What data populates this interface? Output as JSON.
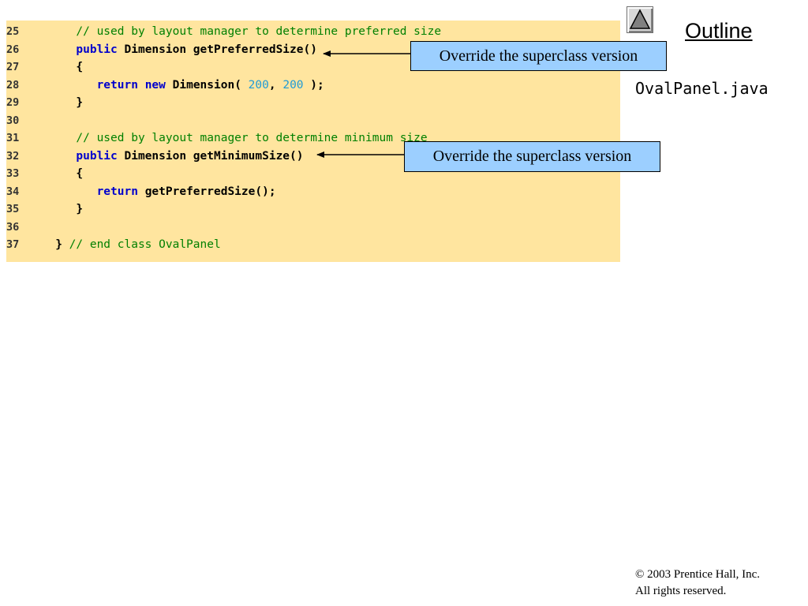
{
  "sidebar": {
    "outline_label": "Outline",
    "file_name": "OvalPanel.java",
    "nav_icon": "up-triangle-icon"
  },
  "code": {
    "lines": [
      {
        "num": "25",
        "parts": [
          {
            "t": "      ",
            "c": "tx"
          },
          {
            "t": "// used by layout manager to determine preferred size",
            "c": "cm"
          }
        ]
      },
      {
        "num": "26",
        "parts": [
          {
            "t": "      ",
            "c": "tx"
          },
          {
            "t": "public",
            "c": "kw"
          },
          {
            "t": " Dimension getPreferredSize()",
            "c": "tx"
          }
        ]
      },
      {
        "num": "27",
        "parts": [
          {
            "t": "      {",
            "c": "tx"
          }
        ]
      },
      {
        "num": "28",
        "parts": [
          {
            "t": "         ",
            "c": "tx"
          },
          {
            "t": "return",
            "c": "kw"
          },
          {
            "t": " ",
            "c": "tx"
          },
          {
            "t": "new",
            "c": "kw"
          },
          {
            "t": " Dimension( ",
            "c": "tx"
          },
          {
            "t": "200",
            "c": "num"
          },
          {
            "t": ", ",
            "c": "tx"
          },
          {
            "t": "200",
            "c": "num"
          },
          {
            "t": " );",
            "c": "tx"
          }
        ]
      },
      {
        "num": "29",
        "parts": [
          {
            "t": "      }",
            "c": "tx"
          }
        ]
      },
      {
        "num": "30",
        "parts": []
      },
      {
        "num": "31",
        "parts": [
          {
            "t": "      ",
            "c": "tx"
          },
          {
            "t": "// used by layout manager to determine minimum size",
            "c": "cm"
          }
        ]
      },
      {
        "num": "32",
        "parts": [
          {
            "t": "      ",
            "c": "tx"
          },
          {
            "t": "public",
            "c": "kw"
          },
          {
            "t": " Dimension getMinimumSize()",
            "c": "tx"
          }
        ]
      },
      {
        "num": "33",
        "parts": [
          {
            "t": "      {",
            "c": "tx"
          }
        ]
      },
      {
        "num": "34",
        "parts": [
          {
            "t": "         ",
            "c": "tx"
          },
          {
            "t": "return",
            "c": "kw"
          },
          {
            "t": " getPreferredSize();",
            "c": "tx"
          }
        ]
      },
      {
        "num": "35",
        "parts": [
          {
            "t": "      }",
            "c": "tx"
          }
        ]
      },
      {
        "num": "36",
        "parts": []
      },
      {
        "num": "37",
        "parts": [
          {
            "t": "   } ",
            "c": "tx"
          },
          {
            "t": "// end class OvalPanel",
            "c": "cm"
          }
        ]
      }
    ]
  },
  "callouts": [
    {
      "text": "Override the superclass version"
    },
    {
      "text": "Override the superclass version"
    }
  ],
  "footer": {
    "copyright_line1": "© 2003 Prentice Hall, Inc.",
    "copyright_line2": "All rights reserved."
  },
  "colors": {
    "code_background": "#ffe59f",
    "callout_background": "#9ccfff",
    "keyword": "#0000cc",
    "comment": "#008000",
    "number": "#1f9bd6"
  }
}
